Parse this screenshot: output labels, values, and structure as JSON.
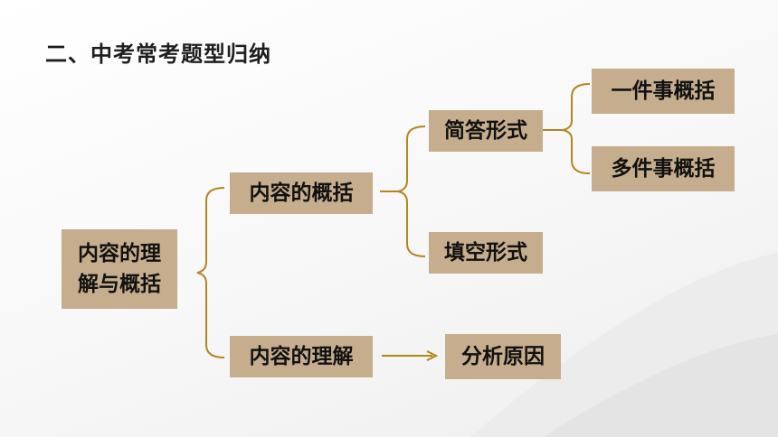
{
  "title": "二、中考常考题型归纳",
  "nodes": {
    "root_line1": "内容的理",
    "root_line2": "解与概括",
    "summary": "内容的概括",
    "understanding": "内容的理解",
    "short_answer": "简答形式",
    "fill_blank": "填空形式",
    "one_thing": "一件事概括",
    "multi_things": "多件事概括",
    "analyze_reason": "分析原因"
  },
  "colors": {
    "box_fill": "#c6ad8e",
    "connector": "#b3861e"
  }
}
